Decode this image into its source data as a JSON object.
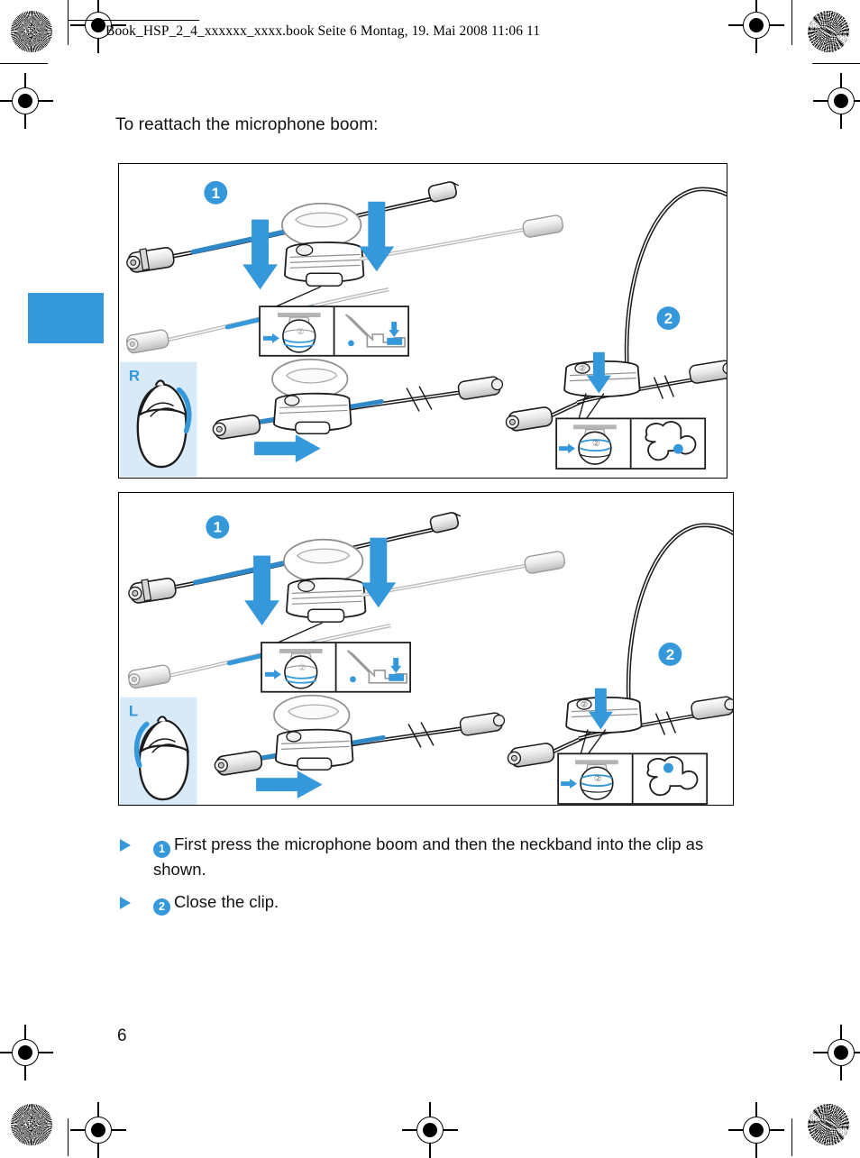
{
  "header": {
    "filename_line": "Book_HSP_2_4_xxxxxx_xxxx.book  Seite 6  Montag, 19. Mai 2008  11:06 11"
  },
  "page": {
    "title": "To reattach the microphone boom:",
    "number": "6",
    "accent_color": "#3498db",
    "tab_color": "#3498db"
  },
  "figures": [
    {
      "id": "figure-right",
      "side_label": "R",
      "callouts": [
        "1",
        "2"
      ],
      "inset_marks": [
        "2",
        "2"
      ],
      "description": "Right-side headset: microphone boom and neckband pressed into clip, clip closed"
    },
    {
      "id": "figure-left",
      "side_label": "L",
      "callouts": [
        "1",
        "2"
      ],
      "inset_marks": [
        "2",
        "2"
      ],
      "description": "Left-side headset: microphone boom and neckband pressed into clip, clip closed"
    }
  ],
  "instructions": [
    {
      "badge": "1",
      "text": "First press the microphone boom and then the neckband into the clip as shown."
    },
    {
      "badge": "2",
      "text": "Close the clip."
    }
  ]
}
